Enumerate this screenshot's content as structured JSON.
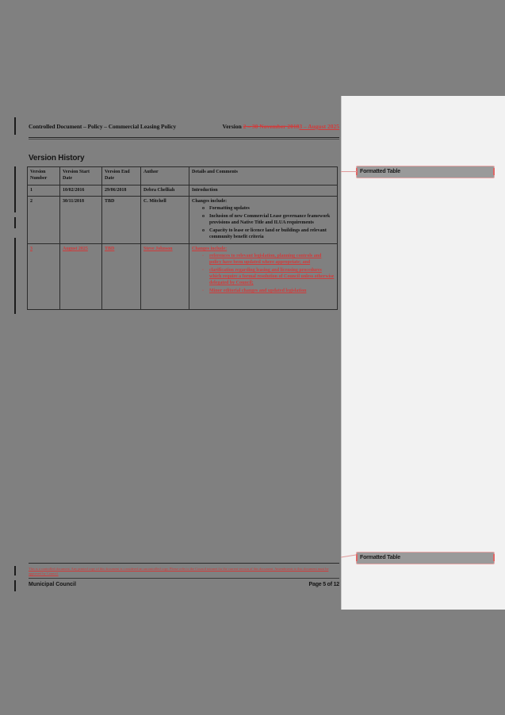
{
  "document": {
    "header": {
      "title": "Controlled Document – Policy – Commercial Leasing Policy",
      "version_label": "Version ",
      "version_deleted": "2 – 30 November 2018",
      "version_inserted": "3 – August 2025"
    },
    "section_heading": "Version History",
    "table": {
      "columns": [
        "Version Number",
        "Version Start Date",
        "Version End Date",
        "Author",
        "Details and Comments"
      ],
      "rows": [
        {
          "number": "1",
          "start_date": "10/02/2016",
          "end_date": "29/06/2018",
          "author": "Debra Chelliah",
          "details_title": "Introduction",
          "details_items": [],
          "inserted": false
        },
        {
          "number": "2",
          "start_date": "30/11/2018",
          "end_date": "TBD",
          "author": "C. Mitchell",
          "details_title": "Changes include:",
          "details_items": [
            "Formatting updates",
            "Inclusion of new Commercial Lease governance framework provisions and Native Title and ILUA requirements",
            "Capacity to lease or licence land or buildings and relevant community benefit criteria"
          ],
          "inserted": false
        },
        {
          "number": "3",
          "start_date": "August 2025",
          "end_date": "TBD",
          "author": "Steve Johnson",
          "details_title": "Changes include:",
          "details_items": [
            "references to relevant legislation, planning controls and policy have been updated where appropriate; and",
            "clarification regarding leasing and licensing procedures which require a formal resolution of Council unless otherwise delegated by Council;",
            "Minor editorial changes and updated legislation"
          ],
          "inserted": true
        }
      ]
    },
    "footer": {
      "note": "This is a controlled document. Any printed copy of this document is considered an uncontrolled copy. Please refer to the Council intranet for the current version of this document. Amendments to this document must be approved by Council.",
      "council_name": "Municipal Council",
      "page_label": "Page 5 of 12"
    }
  },
  "markup_pane": {
    "comments": [
      {
        "label": "Formatted Table"
      },
      {
        "label": "Formatted Table"
      }
    ]
  },
  "colors": {
    "page_background": "#808080",
    "markup_pane_background": "#f2f2f2",
    "revision_red": "#d13b3b",
    "balloon_border": "#e8a6a6",
    "change_bar": "#1c1c1c"
  }
}
